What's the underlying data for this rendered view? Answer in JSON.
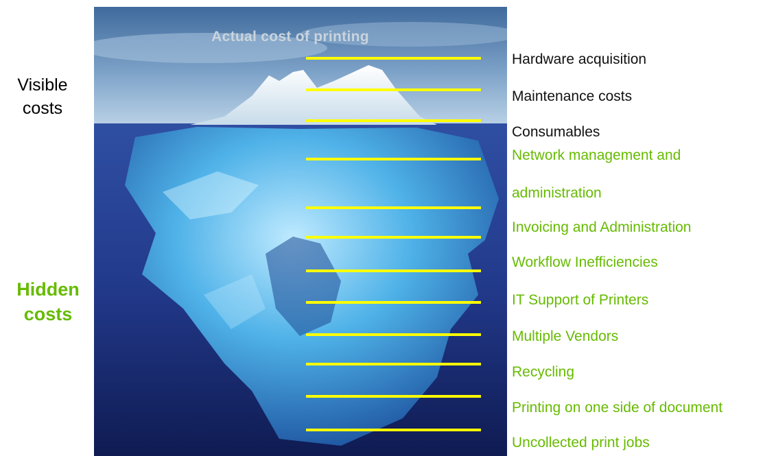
{
  "title": "Actual cost of printing",
  "left_labels": {
    "visible": [
      "Visible",
      "costs"
    ],
    "hidden": [
      "Hidden",
      "costs"
    ]
  },
  "colors": {
    "hidden_text": "#66bb00",
    "leader_line": "#ffff00"
  },
  "visible_costs": [
    "Hardware acquisition",
    "Maintenance costs",
    "Consumables"
  ],
  "hidden_costs": [
    "Network management and",
    "administration",
    "Invoicing and Administration",
    "Workflow Inefficiencies",
    "IT Support of Printers",
    "Multiple Vendors",
    "Recycling",
    "Printing on one side of document",
    "Uncollected print jobs"
  ]
}
